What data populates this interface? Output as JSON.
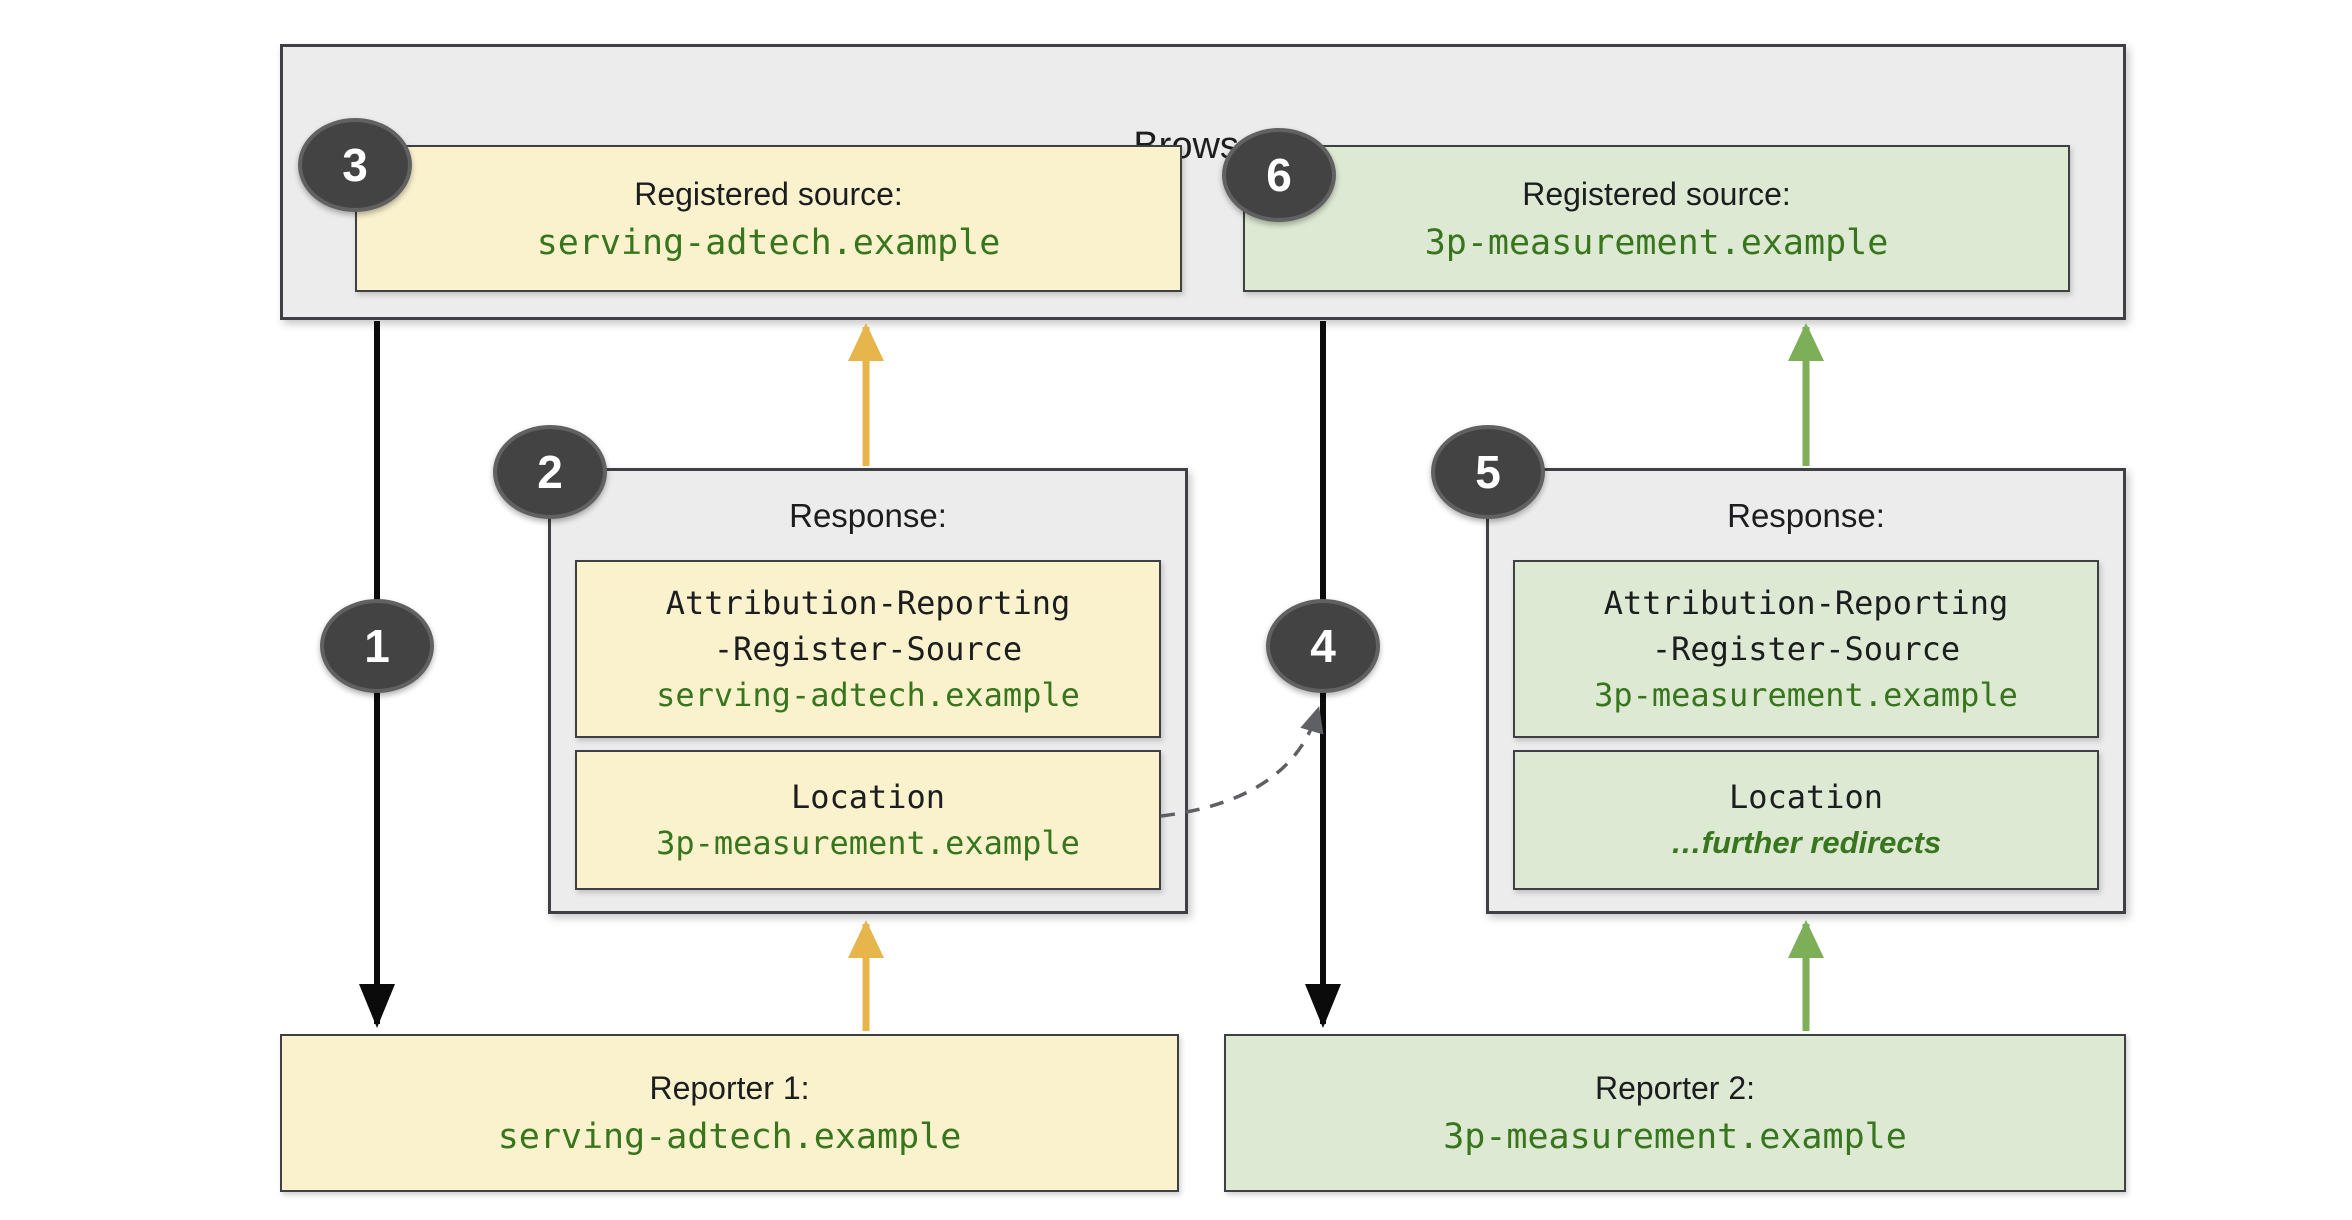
{
  "colors": {
    "page_bg": "#ffffff",
    "container_fill": "#ececec",
    "container_border": "#3e4043",
    "yellow_fill": "#faf1cd",
    "green_fill": "#dde9d3",
    "domain_green": "#38761d",
    "text_dark": "#1c1d1f",
    "yellow_arrow": "#e6b64c",
    "green_arrow": "#7dae58",
    "black_arrow": "#0b0b0b",
    "dashed_gray": "#5f6063",
    "badge_fill": "#434343",
    "badge_border": "#616161",
    "badge_text": "#ffffff"
  },
  "browser": {
    "title": "Browser",
    "source1": {
      "badge": "3",
      "label": "Registered source:",
      "domain": "serving-adtech.example"
    },
    "source2": {
      "badge": "6",
      "label": "Registered source:",
      "domain": "3p-measurement.example"
    }
  },
  "response1": {
    "badge": "2",
    "label": "Response:",
    "header1": {
      "line1": "Attribution-Reporting",
      "line2": "-Register-Source",
      "value": "serving-adtech.example"
    },
    "header2": {
      "line1": "Location",
      "value": "3p-measurement.example"
    }
  },
  "response2": {
    "badge": "5",
    "label": "Response:",
    "header1": {
      "line1": "Attribution-Reporting",
      "line2": "-Register-Source",
      "value": "3p-measurement.example"
    },
    "header2": {
      "line1": "Location",
      "value": "…further redirects"
    }
  },
  "reporter1": {
    "label": "Reporter 1:",
    "domain": "serving-adtech.example"
  },
  "reporter2": {
    "label": "Reporter 2:",
    "domain": "3p-measurement.example"
  },
  "steps": {
    "arrow1_badge": "1",
    "arrow4_badge": "4"
  }
}
